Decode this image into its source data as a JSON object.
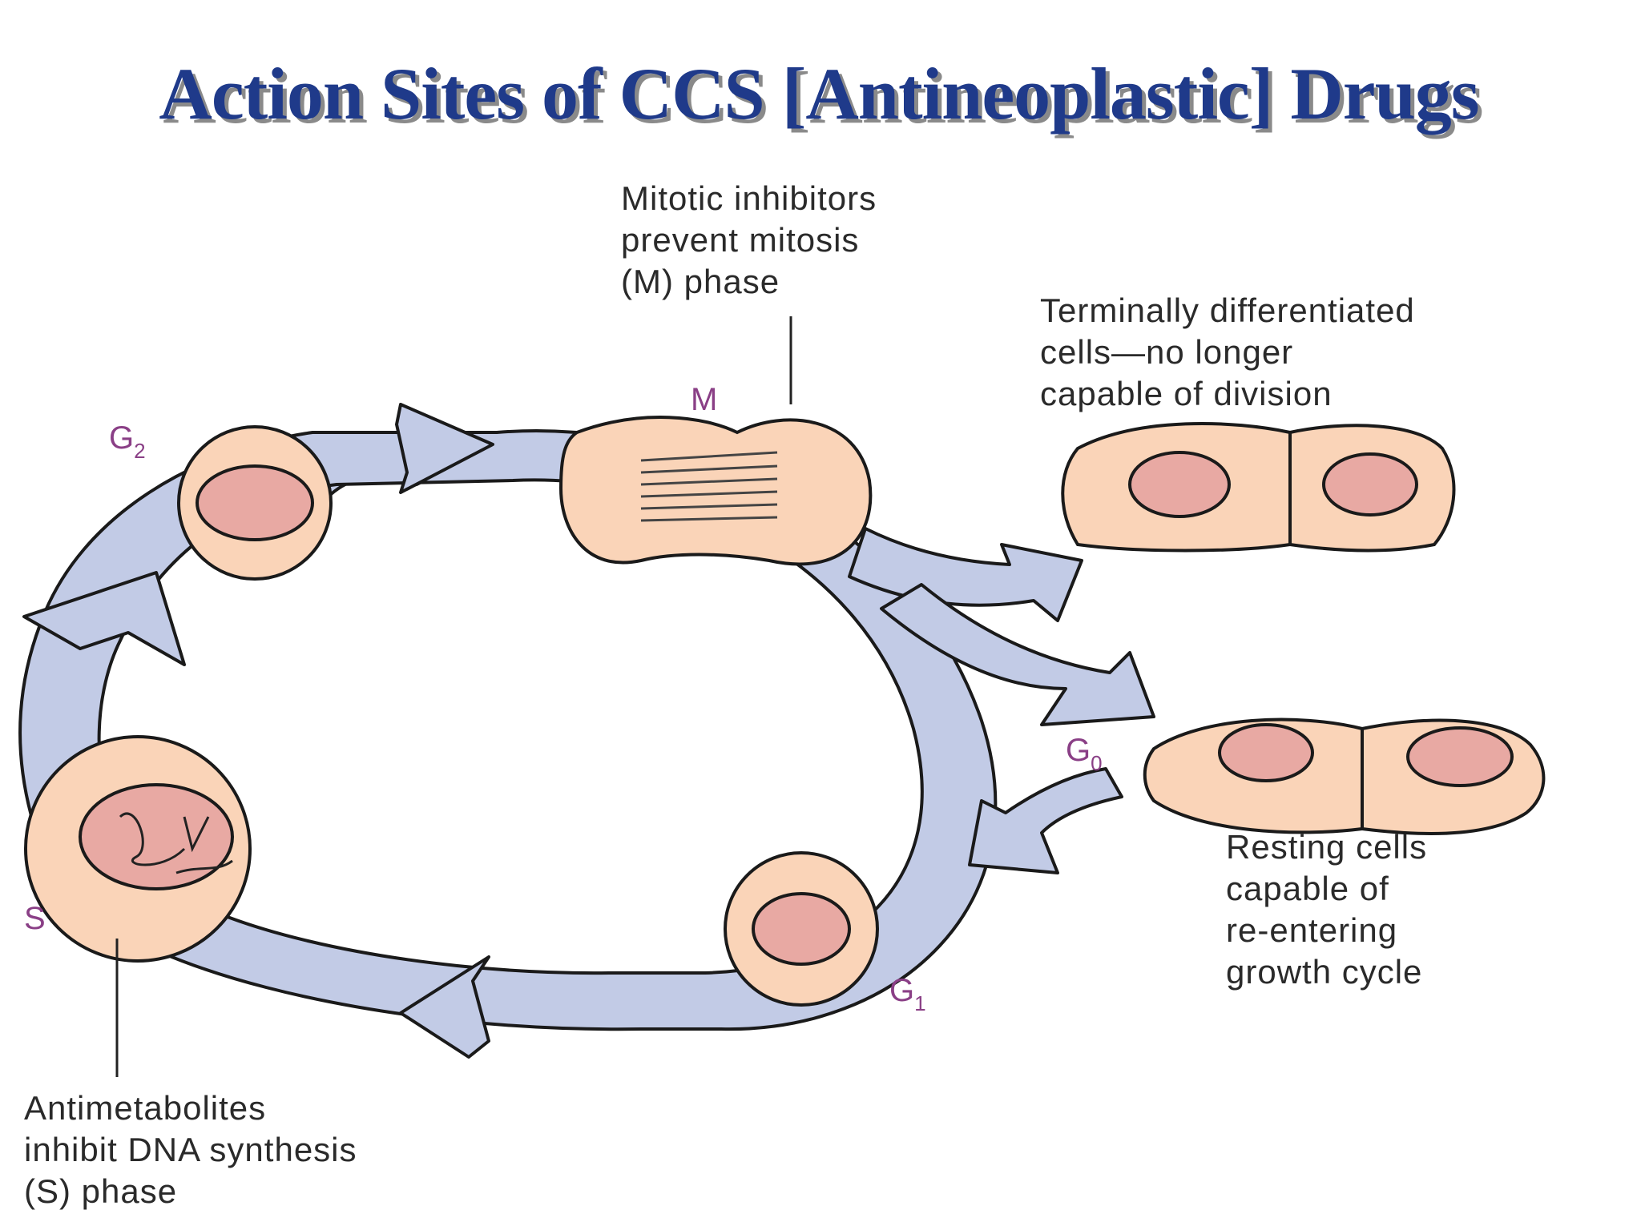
{
  "slide": {
    "title": "Action Sites of CCS [Antineoplastic] Drugs",
    "title_color": "#1f3a8a",
    "title_shadow_color": "#8a8a8a"
  },
  "diagram": {
    "colors": {
      "arrow_fill": "#c2cbe6",
      "cell_fill": "#fad4b8",
      "nucleus_fill": "#e8a9a3",
      "outline": "#1a1a1a",
      "phase_label": "#8a3f86"
    },
    "phases": {
      "m": "M",
      "g2_main": "G",
      "g2_sub": "2",
      "g1_main": "G",
      "g1_sub": "1",
      "g0_main": "G",
      "g0_sub": "0",
      "s": "S"
    },
    "callouts": {
      "mitotic": [
        "Mitotic inhibitors",
        "prevent mitosis",
        "(M) phase"
      ],
      "terminal": [
        "Terminally differentiated",
        "cells—no longer",
        "capable of division"
      ],
      "resting": [
        "Resting cells",
        "capable of",
        "re-entering",
        "growth cycle"
      ],
      "antimetabolites": [
        "Antimetabolites",
        "inhibit DNA synthesis",
        "(S) phase"
      ]
    }
  }
}
